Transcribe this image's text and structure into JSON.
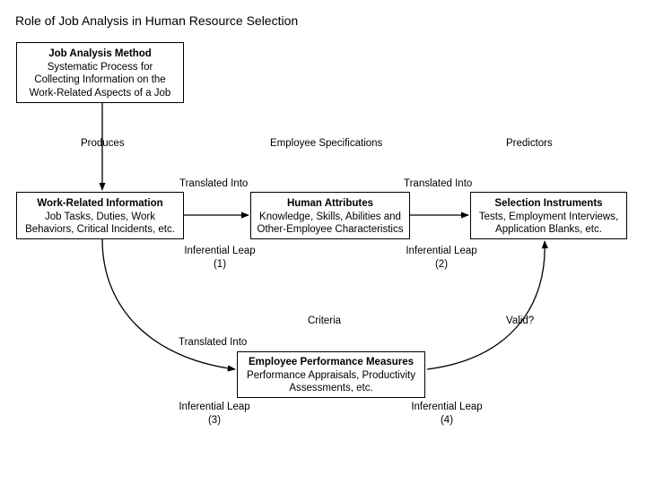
{
  "title": "Role of Job Analysis in Human Resource Selection",
  "boxes": {
    "job_analysis": {
      "heading": "Job Analysis Method",
      "lines": [
        "Systematic Process for",
        "Collecting Information on the",
        "Work-Related Aspects of a Job"
      ]
    },
    "work_info": {
      "heading": "Work-Related Information",
      "lines": [
        "Job Tasks, Duties, Work",
        "Behaviors, Critical Incidents, etc."
      ]
    },
    "human_attributes": {
      "heading": "Human Attributes",
      "lines": [
        "Knowledge, Skills, Abilities and",
        "Other-Employee Characteristics"
      ]
    },
    "selection_instruments": {
      "heading": "Selection Instruments",
      "lines": [
        "Tests, Employment Interviews,",
        "Application Blanks, etc."
      ]
    },
    "performance_measures": {
      "heading": "Employee Performance Measures",
      "lines": [
        "Performance Appraisals, Productivity",
        "Assessments, etc."
      ]
    }
  },
  "labels": {
    "produces": "Produces",
    "employee_specifications": "Employee Specifications",
    "predictors": "Predictors",
    "translated_into_1": "Translated Into",
    "translated_into_2": "Translated Into",
    "translated_into_3": "Translated Into",
    "leap_1": {
      "text": "Inferential Leap",
      "num": "(1)"
    },
    "leap_2": {
      "text": "Inferential Leap",
      "num": "(2)"
    },
    "leap_3": {
      "text": "Inferential Leap",
      "num": "(3)"
    },
    "leap_4": {
      "text": "Inferential Leap",
      "num": "(4)"
    },
    "criteria": "Criteria",
    "valid": "Valid?"
  }
}
